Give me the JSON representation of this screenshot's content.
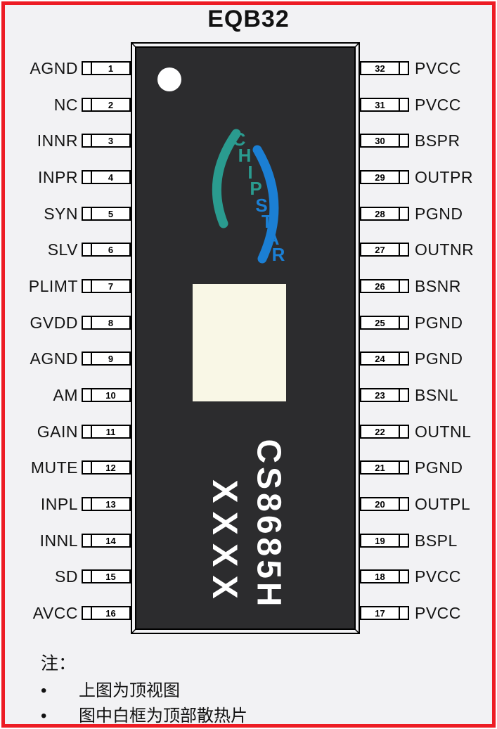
{
  "title": "EQB32",
  "chip": {
    "part_number": "CS8685H",
    "lot_code": "XXXX",
    "logo_text": "CHIPSTAR",
    "logo_letters": [
      "C",
      "H",
      "I",
      "P",
      "S",
      "T",
      "A",
      "R"
    ]
  },
  "pins": {
    "left": [
      {
        "num": "1",
        "label": "AGND"
      },
      {
        "num": "2",
        "label": "NC"
      },
      {
        "num": "3",
        "label": "INNR"
      },
      {
        "num": "4",
        "label": "INPR"
      },
      {
        "num": "5",
        "label": "SYN"
      },
      {
        "num": "6",
        "label": "SLV"
      },
      {
        "num": "7",
        "label": "PLIMT"
      },
      {
        "num": "8",
        "label": "GVDD"
      },
      {
        "num": "9",
        "label": "AGND"
      },
      {
        "num": "10",
        "label": "AM"
      },
      {
        "num": "11",
        "label": "GAIN"
      },
      {
        "num": "12",
        "label": "MUTE"
      },
      {
        "num": "13",
        "label": "INPL"
      },
      {
        "num": "14",
        "label": "INNL"
      },
      {
        "num": "15",
        "label": "SD"
      },
      {
        "num": "16",
        "label": "AVCC"
      }
    ],
    "right": [
      {
        "num": "32",
        "label": "PVCC"
      },
      {
        "num": "31",
        "label": "PVCC"
      },
      {
        "num": "30",
        "label": "BSPR"
      },
      {
        "num": "29",
        "label": "OUTPR"
      },
      {
        "num": "28",
        "label": "PGND"
      },
      {
        "num": "27",
        "label": "OUTNR"
      },
      {
        "num": "26",
        "label": "BSNR"
      },
      {
        "num": "25",
        "label": "PGND"
      },
      {
        "num": "24",
        "label": "PGND"
      },
      {
        "num": "23",
        "label": "BSNL"
      },
      {
        "num": "22",
        "label": "OUTNL"
      },
      {
        "num": "21",
        "label": "PGND"
      },
      {
        "num": "20",
        "label": "OUTPL"
      },
      {
        "num": "19",
        "label": "BSPL"
      },
      {
        "num": "18",
        "label": "PVCC"
      },
      {
        "num": "17",
        "label": "PVCC"
      }
    ]
  },
  "notes": {
    "heading": "注：",
    "bullet": "•",
    "items": [
      "上图为顶视图",
      "图中白框为顶部散热片"
    ]
  },
  "colors": {
    "border_red": "#ed1c24",
    "chip_body": "#2c2c2e",
    "heatsink": "#f9f7e6",
    "logo_teal": "#2a9b8f",
    "logo_blue": "#1b7fd4",
    "background": "#f2f2f4"
  }
}
